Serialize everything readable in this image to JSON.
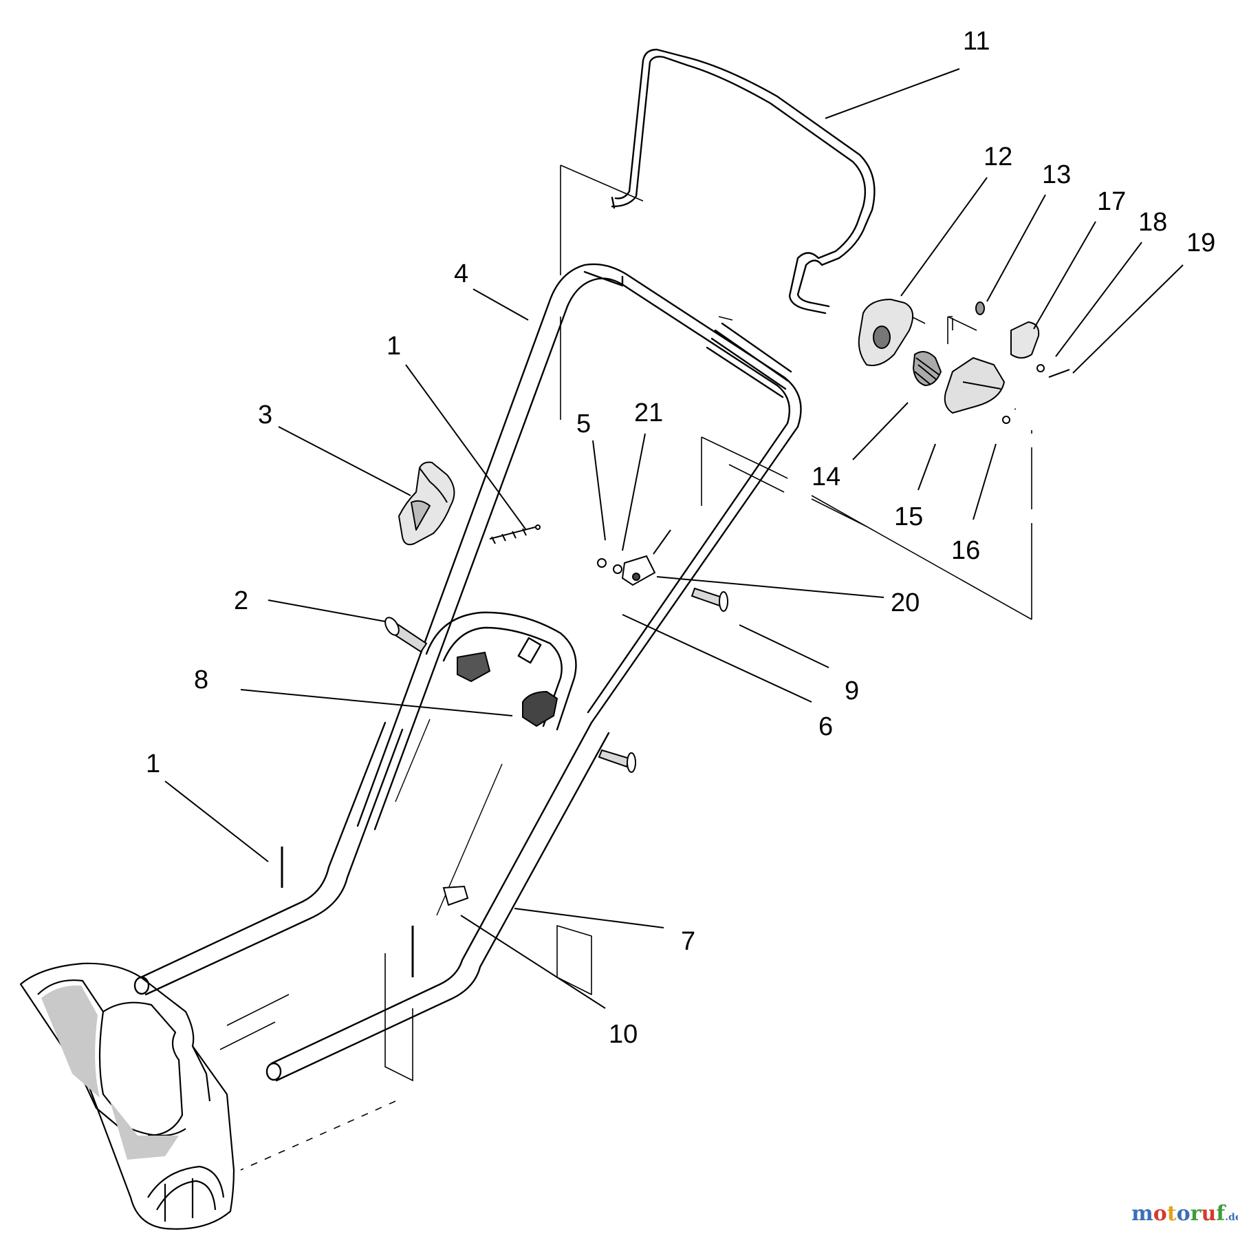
{
  "callouts": [
    {
      "id": "c11",
      "label": "11"
    },
    {
      "id": "c12",
      "label": "12"
    },
    {
      "id": "c13",
      "label": "13"
    },
    {
      "id": "c17",
      "label": "17"
    },
    {
      "id": "c18",
      "label": "18"
    },
    {
      "id": "c19",
      "label": "19"
    },
    {
      "id": "c4",
      "label": "4"
    },
    {
      "id": "c1a",
      "label": "1"
    },
    {
      "id": "c3",
      "label": "3"
    },
    {
      "id": "c5",
      "label": "5"
    },
    {
      "id": "c21",
      "label": "21"
    },
    {
      "id": "c14",
      "label": "14"
    },
    {
      "id": "c15",
      "label": "15"
    },
    {
      "id": "c16",
      "label": "16"
    },
    {
      "id": "c2",
      "label": "2"
    },
    {
      "id": "c20",
      "label": "20"
    },
    {
      "id": "c8",
      "label": "8"
    },
    {
      "id": "c9",
      "label": "9"
    },
    {
      "id": "c6",
      "label": "6"
    },
    {
      "id": "c1b",
      "label": "1"
    },
    {
      "id": "c7",
      "label": "7"
    },
    {
      "id": "c10",
      "label": "10"
    }
  ],
  "watermark": {
    "letters": [
      "m",
      "o",
      "t",
      "o",
      "r",
      "u",
      "f"
    ],
    "suffix": ".de",
    "colors": [
      "#3b6fb6",
      "#d43a2f",
      "#e0a11b",
      "#3b6fb6",
      "#3f9a3c",
      "#d43a2f",
      "#3f9a3c"
    ],
    "suffix_color": "#3b6fb6"
  }
}
